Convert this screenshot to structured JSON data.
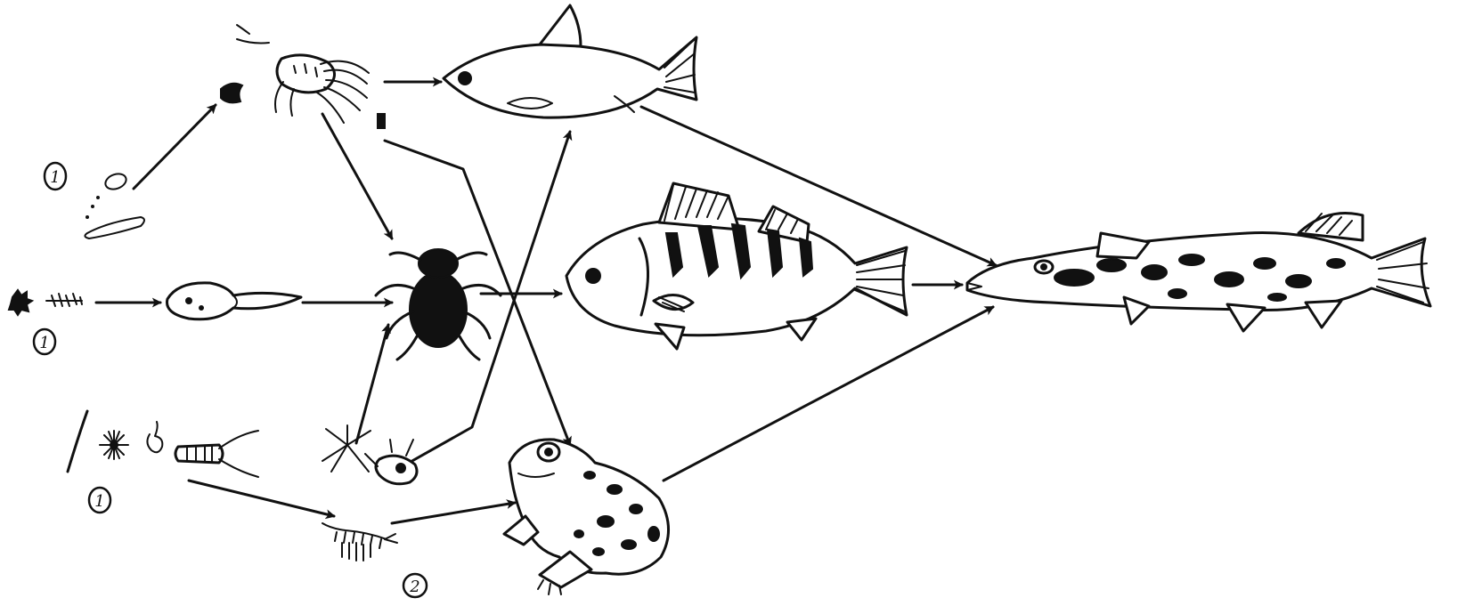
{
  "labels": {
    "plants_top": "1",
    "plants_middle": "1",
    "plants_bottom": "1",
    "crustaceans": "2"
  }
}
